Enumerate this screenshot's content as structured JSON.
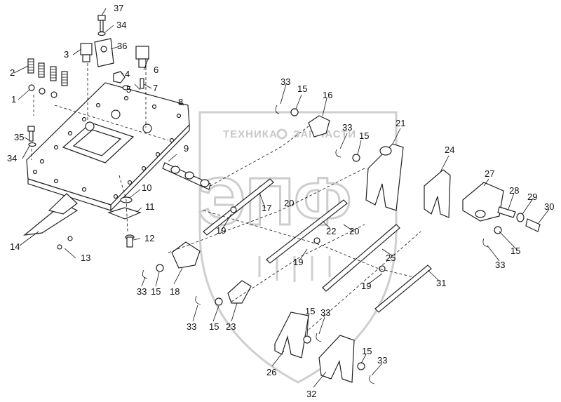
{
  "watermark": {
    "line1_left": "ТЕХНИКА",
    "line1_right": "ЗАПЧАСТИ",
    "logo": "ЭПФ"
  },
  "callouts": [
    {
      "id": "c1",
      "text": "1"
    },
    {
      "id": "c2",
      "text": "2"
    },
    {
      "id": "c3",
      "text": "3"
    },
    {
      "id": "c4",
      "text": "4"
    },
    {
      "id": "c5",
      "text": "5"
    },
    {
      "id": "c6",
      "text": "6"
    },
    {
      "id": "c7",
      "text": "7"
    },
    {
      "id": "c8",
      "text": "8"
    },
    {
      "id": "c9",
      "text": "9"
    },
    {
      "id": "c10",
      "text": "10"
    },
    {
      "id": "c11",
      "text": "11"
    },
    {
      "id": "c12",
      "text": "12"
    },
    {
      "id": "c13",
      "text": "13"
    },
    {
      "id": "c14",
      "text": "14"
    },
    {
      "id": "c15a",
      "text": "15"
    },
    {
      "id": "c15b",
      "text": "15"
    },
    {
      "id": "c15c",
      "text": "15"
    },
    {
      "id": "c15d",
      "text": "15"
    },
    {
      "id": "c15e",
      "text": "15"
    },
    {
      "id": "c15f",
      "text": "15"
    },
    {
      "id": "c15g",
      "text": "15"
    },
    {
      "id": "c15h",
      "text": "15"
    },
    {
      "id": "c16",
      "text": "16"
    },
    {
      "id": "c17",
      "text": "17"
    },
    {
      "id": "c18",
      "text": "18"
    },
    {
      "id": "c19a",
      "text": "19"
    },
    {
      "id": "c19b",
      "text": "19"
    },
    {
      "id": "c19c",
      "text": "19"
    },
    {
      "id": "c20a",
      "text": "20"
    },
    {
      "id": "c20b",
      "text": "20"
    },
    {
      "id": "c21",
      "text": "21"
    },
    {
      "id": "c22",
      "text": "22"
    },
    {
      "id": "c23",
      "text": "23"
    },
    {
      "id": "c24",
      "text": "24"
    },
    {
      "id": "c25",
      "text": "25"
    },
    {
      "id": "c26",
      "text": "26"
    },
    {
      "id": "c27",
      "text": "27"
    },
    {
      "id": "c28",
      "text": "28"
    },
    {
      "id": "c29",
      "text": "29"
    },
    {
      "id": "c30",
      "text": "30"
    },
    {
      "id": "c31",
      "text": "31"
    },
    {
      "id": "c32",
      "text": "32"
    },
    {
      "id": "c33a",
      "text": "33"
    },
    {
      "id": "c33b",
      "text": "33"
    },
    {
      "id": "c33c",
      "text": "33"
    },
    {
      "id": "c33d",
      "text": "33"
    },
    {
      "id": "c33e",
      "text": "33"
    },
    {
      "id": "c33f",
      "text": "33"
    },
    {
      "id": "c33g",
      "text": "33"
    },
    {
      "id": "c34a",
      "text": "34"
    },
    {
      "id": "c34b",
      "text": "34"
    },
    {
      "id": "c35",
      "text": "35"
    },
    {
      "id": "c36",
      "text": "36"
    },
    {
      "id": "c37",
      "text": "37"
    }
  ]
}
